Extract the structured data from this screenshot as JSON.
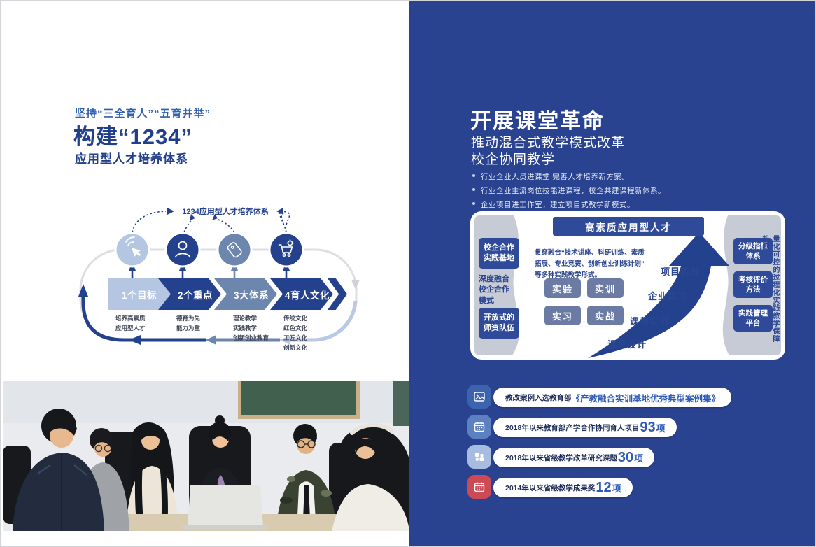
{
  "left": {
    "kicker": "坚持“三全育人”“五育并举”",
    "title": "构建“1234”",
    "subtitle": "应用型人才培养体系",
    "diagram": {
      "top_label": "1234应用型人才培养体系",
      "steps": [
        {
          "icon": "touch-icon",
          "label": "1个目标",
          "details": "培养高素质\n应用型人才"
        },
        {
          "icon": "person-icon",
          "label": "2个重点",
          "details": "德育为先\n能力为重"
        },
        {
          "icon": "tag-icon",
          "label": "3大体系",
          "details": "理论教学\n实践教学\n创新创业教育"
        },
        {
          "icon": "cart-icon",
          "label": "4育人文化",
          "details": "传统文化\n红色文化\n工匠文化\n创新文化"
        }
      ]
    }
  },
  "right": {
    "title": "开展课堂革命",
    "subtitle1": "推动混合式教学模式改革",
    "subtitle2": "校企协同教学",
    "bullets": [
      "行业企业人员进课堂,完善人才培养新方案。",
      "行业企业主流岗位技能进课程，校企共建课程新体系。",
      "企业项目进工作室，建立项目式教学新模式。"
    ],
    "diagram": {
      "banner": "高素质应用型人才",
      "left_box1": "校企合作\n实践基地",
      "left_note": "深度融合\n校企合作\n模式",
      "left_box2": "开放式的\n师资队伍",
      "paragraph": "贯穿融合“技术讲座、科研训练、素质\n拓展、专业竞赛、创新创业训练计划”\n等多种实践教学形式。",
      "practice_boxes": [
        "实验",
        "实训",
        "实习",
        "实战"
      ],
      "arrow_labels": [
        "课程设计",
        "课程实训",
        "企业实习",
        "项目实战"
      ],
      "right_boxes": [
        "分级指标\n体系",
        "考核评价\n方法",
        "实践管理\n平台"
      ],
      "vertical_note": "量化可控的过程化实践教学保障机制"
    },
    "badges": [
      {
        "icon": "photo-icon",
        "text": "教改案例入选教育部",
        "highlight": "《产教融合实训基地优秀典型案例集》"
      },
      {
        "icon": "calendar-icon",
        "text": "2018年以来教育部产学合作协同育人项目",
        "number": "93",
        "unit": "项"
      },
      {
        "icon": "grid-icon",
        "text": "2018年以来省级教学改革研究课题",
        "number": "30",
        "unit": "项"
      },
      {
        "icon": "calendar-icon",
        "text": "2014年以来省级教学成果奖",
        "number": "12",
        "unit": "项"
      }
    ]
  },
  "colors": {
    "panel_blue": "#2a4390",
    "navy": "#24418e",
    "slate": "#6d86ae",
    "light_blue": "#b5c6e3",
    "gray_band": "#c7cbd6",
    "highlight_blue": "#2e5bb7",
    "badge_tile_deep": "#3c63ae",
    "badge_tile_mid": "#5c80c1",
    "badge_tile_light": "#a7bcdf",
    "badge_tile_red": "#cc4a55",
    "chalkboard_green": "#41604d"
  }
}
